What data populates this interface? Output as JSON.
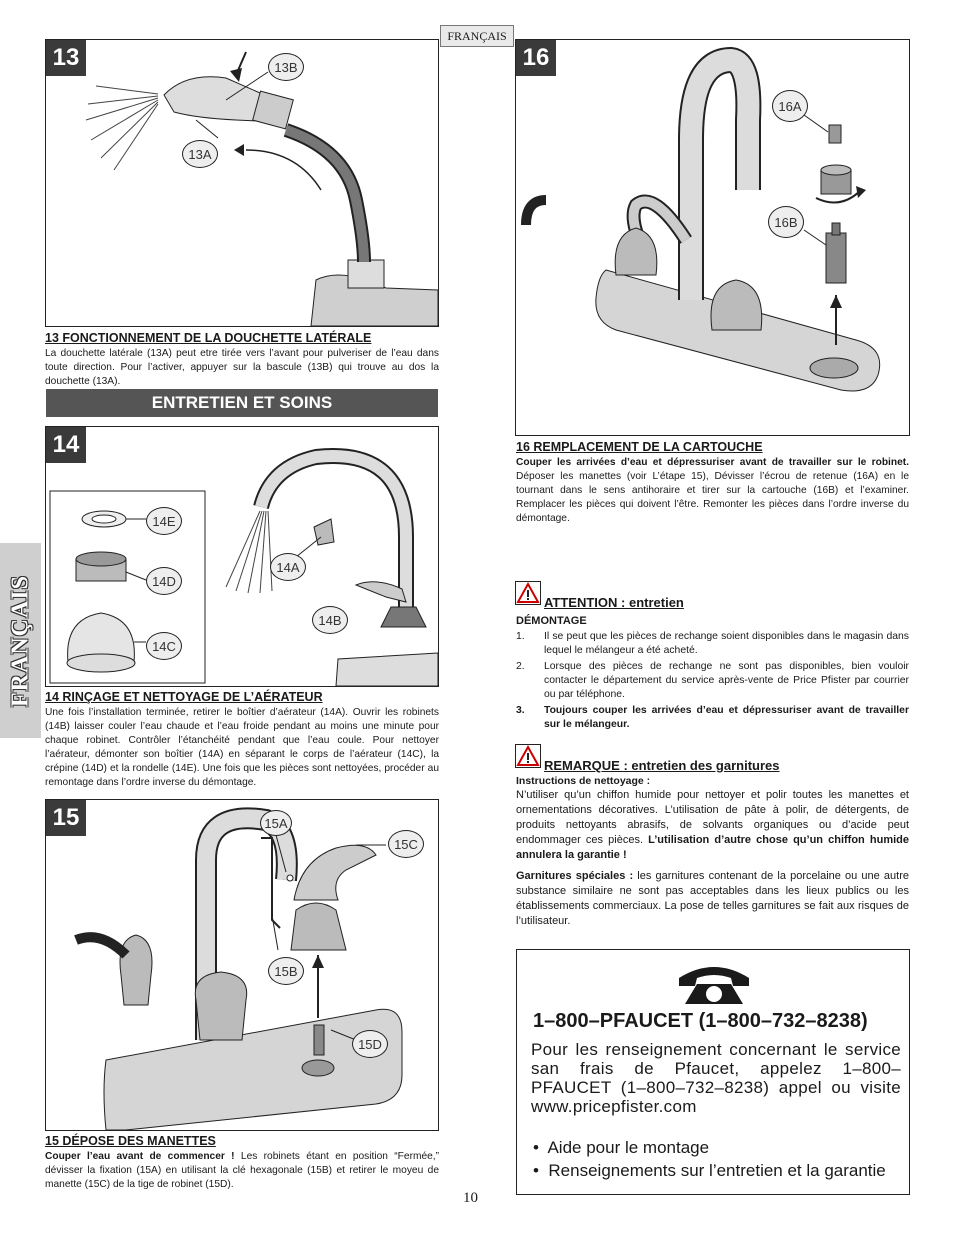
{
  "header": {
    "language_tag": "FRANÇAIS"
  },
  "side_tab": {
    "label": "FRANÇAIS"
  },
  "steps": {
    "s13": {
      "number": "13",
      "labels": {
        "a": "13A",
        "b": "13B"
      },
      "title": "13  FONCTIONNEMENT DE LA DOUCHETTE LATÉRALE",
      "text": "La douchette latérale (13A) peut etre tirée vers l’avant pour pulveriser de l’eau dans toute direction. Pour l’activer, appuyer sur la bascule (13B) qui trouve au dos la douchette (13A)."
    },
    "s14": {
      "number": "14",
      "labels": {
        "a": "14A",
        "b": "14B",
        "c": "14C",
        "d": "14D",
        "e": "14E"
      },
      "title": "14  RINÇAGE ET NETTOYAGE DE L’AÉRATEUR",
      "text": "Une fois l’installation terminée, retirer le boîtier d’aérateur (14A). Ouvrir les robinets (14B) laisser couler l’eau chaude et l’eau froide pendant au moins une minute pour chaque robinet. Contrôler l’étanchéité pendant que l’eau coule. Pour nettoyer l’aérateur, démonter son boîtier (14A) en séparant le corps de l’aérateur (14C), la crépine (14D) et la rondelle (14E). Une fois que les pièces sont nettoyées, procéder au remontage dans l’ordre inverse du démontage."
    },
    "s15": {
      "number": "15",
      "labels": {
        "a": "15A",
        "b": "15B",
        "c": "15C",
        "d": "15D"
      },
      "title": "15  DÉPOSE DES MANETTES",
      "lead": "Couper l’eau avant de commencer !",
      "text": " Les robinets étant en position “Fermée,” dévisser la fixation (15A) en utilisant la clé hexagonale (15B) et retirer le moyeu de manette (15C) de la tige de robinet (15D)."
    },
    "s16": {
      "number": "16",
      "labels": {
        "a": "16A",
        "b": "16B"
      },
      "title": "16  REMPLACEMENT DE LA CARTOUCHE",
      "lead": "Couper les arrivées d’eau et dépressuriser avant de travailler sur le robinet.",
      "text": " Déposer les manettes (voir L’étape 15), Dévisser l’écrou de retenue (16A) en le tournant dans le sens antihoraire et tirer sur la cartouche (16B) et l’examiner. Remplacer les pièces qui doivent l’être. Remonter les pièces dans l’ordre inverse du démontage."
    }
  },
  "banner": {
    "title": "ENTRETIEN ET SOINS"
  },
  "attention": {
    "title": "ATTENTION : entretien",
    "subtitle": "DÉMONTAGE",
    "items": [
      {
        "n": "1.",
        "text": "Il se peut que les pièces de rechange soient disponibles dans le magasin dans lequel le mélangeur a été acheté."
      },
      {
        "n": "2.",
        "text": "Lorsque des pièces de rechange ne sont pas disponibles, bien vouloir contacter le département du service après-vente de Price Pfister par courrier ou par téléphone."
      },
      {
        "n": "3.",
        "text": "Toujours couper les arrivées d’eau et dépressuriser avant de travailler sur le mélangeur."
      }
    ]
  },
  "remarque": {
    "title": "REMARQUE : entretien des garnitures",
    "cleaning_title": "Instructions de nettoyage :",
    "cleaning_text": "N’utiliser qu’un chiffon humide pour nettoyer et polir toutes les manettes et ornementations décoratives. L’utilisation de pâte à polir, de détergents, de produits nettoyants abrasifs, de solvants organiques ou d’acide peut endommager ces pièces. ",
    "cleaning_bold": "L’utilisation d’autre chose qu’un chiffon humide annulera la garantie !",
    "special_title": "Garnitures spéciales :",
    "special_text": " les garnitures contenant de la porcelaine ou une autre substance similaire ne sont pas acceptables dans les lieux publics ou les établissements commerciaux. La pose de telles garnitures se fait aux risques de l’utilisateur."
  },
  "phone": {
    "number": "1–800–PFAUCET (1–800–732–8238)",
    "text": "Pour les renseignement concernant le service san frais de Pfaucet, appelez 1–800–PFAUCET (1–800–732–8238) appel ou visite www.pricepfister.com",
    "bullets": [
      "Aide pour le montage",
      "Renseignements sur l’entretien et la garantie"
    ]
  },
  "footer": {
    "page_number": "10"
  },
  "colors": {
    "dark": "#3a3a3a",
    "banner": "#555555",
    "side_tab": "#cfcfcf"
  }
}
